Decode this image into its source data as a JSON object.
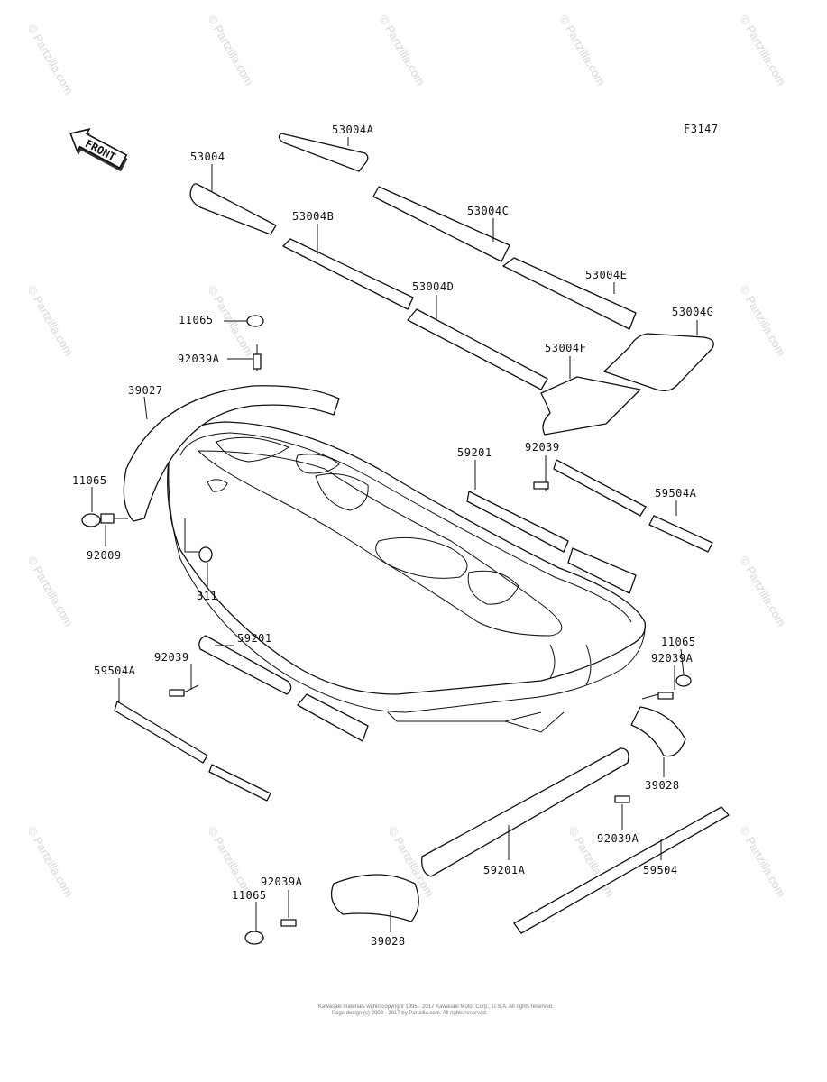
{
  "figure_id": "F3147",
  "front_label": "FRONT",
  "watermark": "© Partzilla.com",
  "footer": {
    "line1": "Kawasaki materials within copyright 1995 - 2017 Kawasaki Motor Corp., U.S.A. All rights reserved.",
    "line2": "Page design (c) 2003 - 2017 by Partzilla.com. All rights reserved."
  },
  "parts": {
    "p53004A": "53004A",
    "p53004": "53004",
    "p53004C": "53004C",
    "p53004B": "53004B",
    "p53004E": "53004E",
    "p53004D": "53004D",
    "p53004G": "53004G",
    "p53004F": "53004F",
    "p11065_top": "11065",
    "p92039A_top": "92039A",
    "p39027": "39027",
    "p11065_left": "11065",
    "p92009": "92009",
    "p311": "311",
    "p59201_right": "59201",
    "p92039_right": "92039",
    "p59504A_right": "59504A",
    "p59201_left": "59201",
    "p92039_left": "92039",
    "p59504A_left": "59504A",
    "p11065_right": "11065",
    "p92039A_right": "92039A",
    "p39028_right": "39028",
    "p92039A_mid": "92039A",
    "p59201A": "59201A",
    "p59504": "59504",
    "p92039A_bottom": "92039A",
    "p11065_bottom": "11065",
    "p39028_bottom": "39028"
  }
}
